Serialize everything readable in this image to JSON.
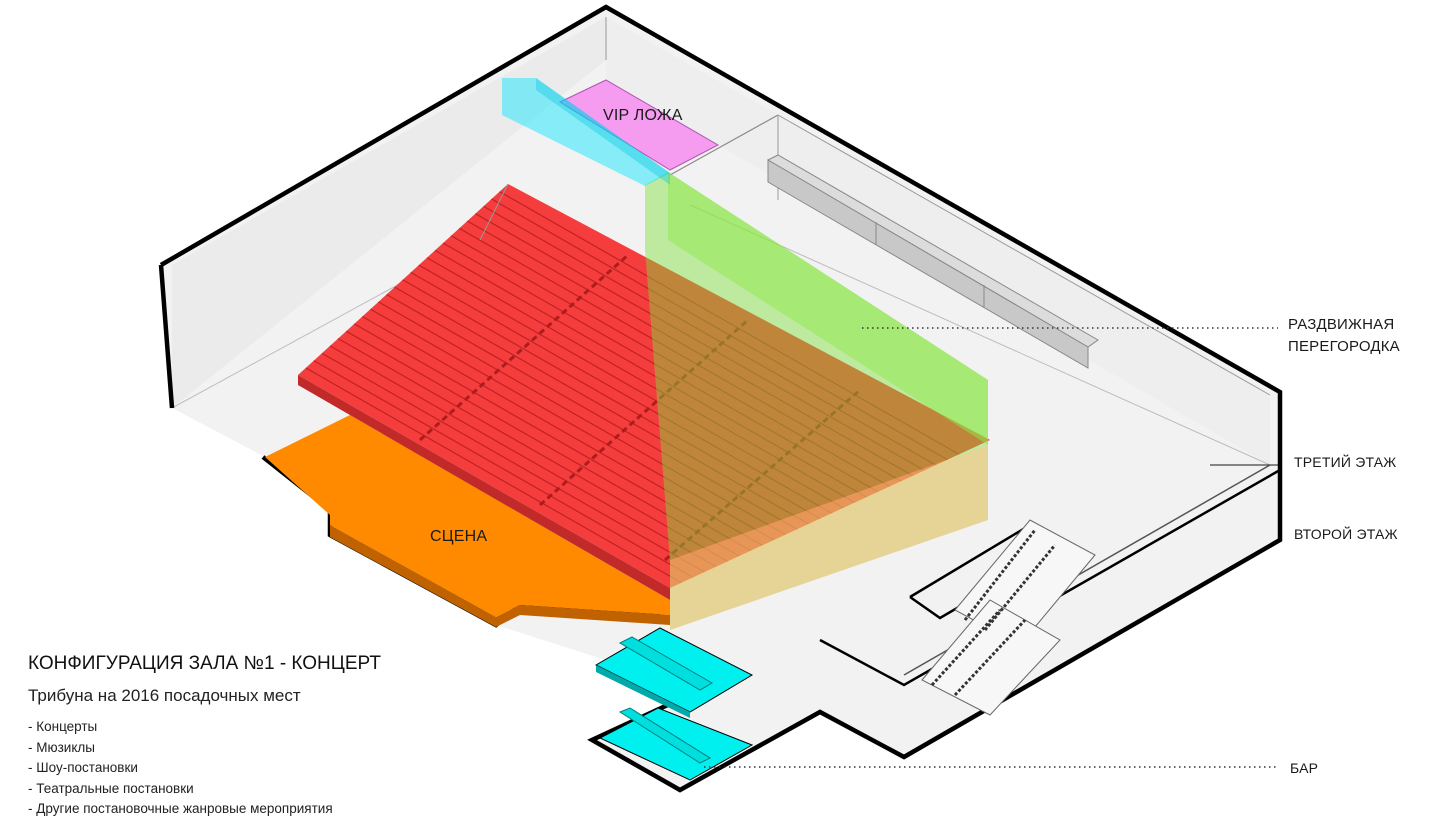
{
  "zones": {
    "vip": "VIP ЛОЖА",
    "stage": "СЦЕНА"
  },
  "callouts": {
    "partition": [
      "РАЗДВИЖНАЯ",
      "ПЕРЕГОРОДКА"
    ],
    "third_floor": "ТРЕТИЙ ЭТАЖ",
    "second_floor": "ВТОРОЙ ЭТАЖ",
    "bar": "БАР"
  },
  "config": {
    "title": "КОНФИГУРАЦИЯ ЗАЛА №1 - КОНЦЕРТ",
    "subtitle": "Трибуна на 2016 посадочных мест",
    "items": [
      "Концерты",
      "Мюзиклы",
      "Шоу-постановки",
      "Театральные постановки",
      "Другие постановочные жанровые мероприятия"
    ]
  },
  "colors": {
    "seating": "#f53d3d",
    "stage": "#ff8a00",
    "vip": "#f59bf0",
    "bar": "#00f0f0",
    "partition": "#9be85a",
    "walls": "#f2f2f2",
    "outline": "#000000"
  }
}
